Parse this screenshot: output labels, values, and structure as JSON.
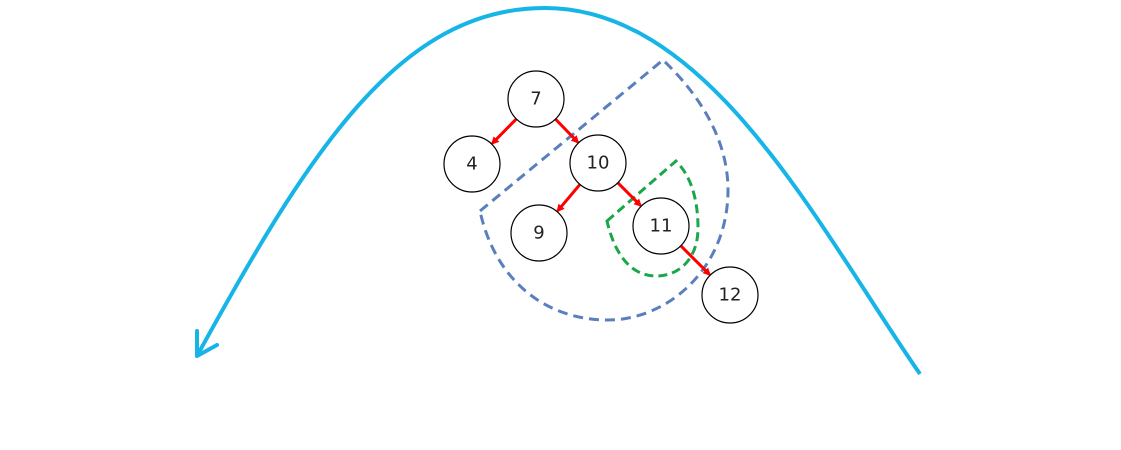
{
  "diagram": {
    "type": "binary-search-tree-traversal",
    "nodes": [
      {
        "id": "n7",
        "label": "7"
      },
      {
        "id": "n4",
        "label": "4"
      },
      {
        "id": "n10",
        "label": "10"
      },
      {
        "id": "n9",
        "label": "9"
      },
      {
        "id": "n11",
        "label": "11"
      },
      {
        "id": "n12",
        "label": "12"
      }
    ],
    "edges": [
      {
        "from": "n7",
        "to": "n4"
      },
      {
        "from": "n7",
        "to": "n10"
      },
      {
        "from": "n10",
        "to": "n9"
      },
      {
        "from": "n10",
        "to": "n11"
      },
      {
        "from": "n11",
        "to": "n12"
      }
    ],
    "regions": [
      {
        "id": "outer-subtree",
        "style": "dashed",
        "encloses": [
          "n10",
          "n9",
          "n11"
        ]
      },
      {
        "id": "inner-subtree",
        "style": "dashed",
        "encloses": [
          "n11"
        ]
      }
    ],
    "colors": {
      "edge": "#ff0000",
      "traversal_arrow": "#17b4e8",
      "outer_region": "#5b7fbd",
      "inner_region": "#1aa64a",
      "node_stroke": "#000000",
      "node_fill": "#ffffff"
    }
  }
}
